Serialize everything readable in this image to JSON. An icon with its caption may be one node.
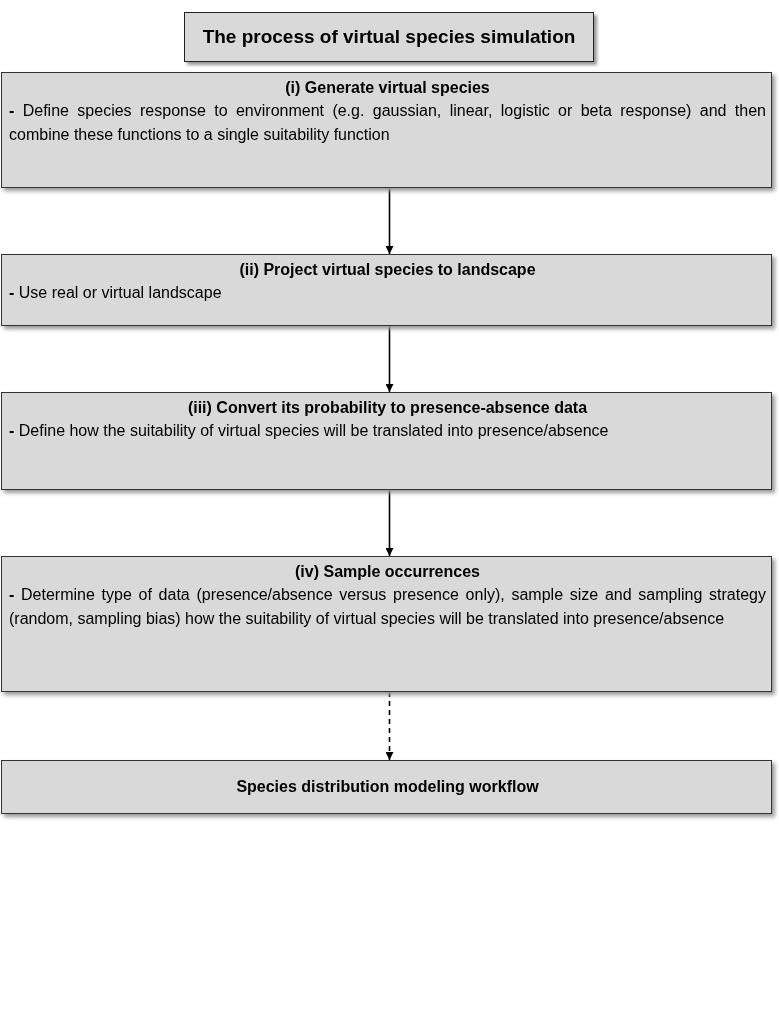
{
  "diagram": {
    "title": "The process of virtual species simulation",
    "nodes": [
      {
        "text": [
          "(i) Generate virtual species",
          "**-** Define species response to environment (e.g. gaussian, linear, logistic or beta response) and then combine these functions to a single suitability function"
        ]
      },
      {
        "text": [
          "(ii) Project virtual species to landscape",
          "**-** Use real or virtual landscape"
        ]
      },
      {
        "text": [
          "(iii) Convert its probability to presence-absence data",
          "**-** Define how the suitability of virtual species will be translated into presence/absence"
        ]
      },
      {
        "text": [
          "(iv) Sample occurrences",
          "**-** Determine type of data (presence/absence versus presence only), sample size and sampling strategy (random, sampling bias) how the suitability of virtual species will be translated into presence/absence"
        ]
      },
      {
        "text": [
          "Species distribution  modeling workflow"
        ]
      }
    ],
    "edges": [
      {
        "from": 0,
        "to": 1,
        "arrow": "to"
      },
      {
        "from": 1,
        "to": 2,
        "arrow": "to"
      },
      {
        "from": 2,
        "to": 3,
        "arrow": "to"
      },
      {
        "from": 3,
        "to": 4,
        "arrow": "to",
        "style": "dashed"
      }
    ]
  }
}
